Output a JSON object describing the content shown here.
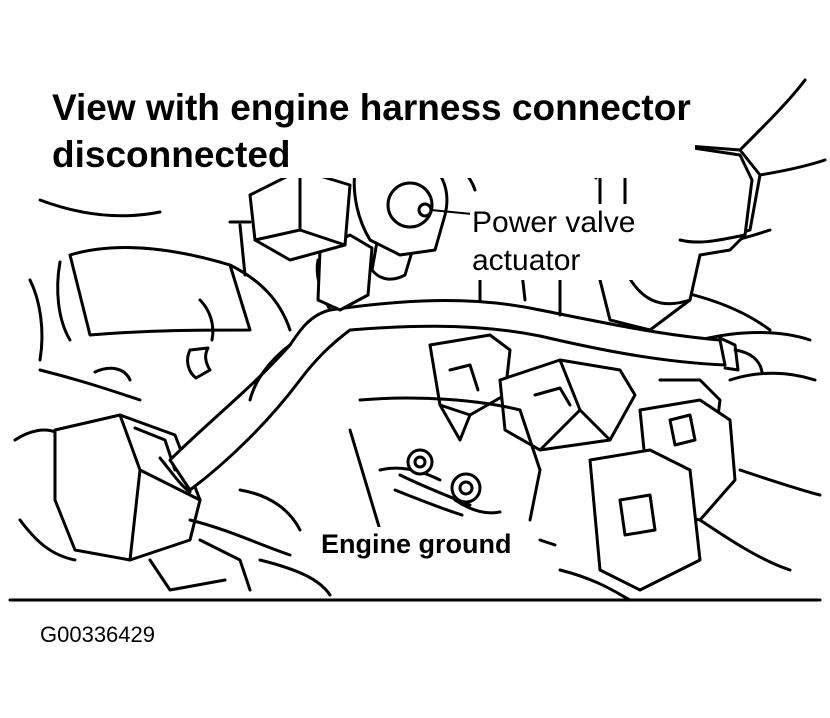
{
  "title": {
    "line1": "View with engine harness connector",
    "line2": "disconnected"
  },
  "callouts": {
    "power_valve_line1": "Power valve",
    "power_valve_line2": "actuator",
    "engine_ground": "Engine ground"
  },
  "figure_id": "G00336429"
}
